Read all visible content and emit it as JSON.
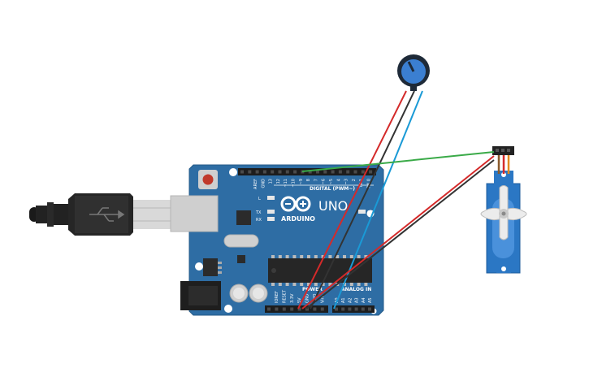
{
  "board": {
    "brand": "ARDUINO",
    "model": "UNO",
    "digital_header": "DIGITAL (PWM~)",
    "power_header": "POWER",
    "analog_header": "ANALOG IN",
    "led_l": "L",
    "led_tx": "TX",
    "led_rx": "RX",
    "on_label": "ON",
    "digital_pins": [
      "AREF",
      "GND",
      "13",
      "12",
      "~11",
      "~10",
      "~9",
      "8",
      "7",
      "~6",
      "~5",
      "4",
      "~3",
      "2",
      "TX 1",
      "RX 0"
    ],
    "power_pins": [
      "IOREF",
      "RESET",
      "3.3V",
      "5V",
      "GND",
      "GND",
      "Vin"
    ],
    "analog_pins": [
      "A0",
      "A1",
      "A2",
      "A3",
      "A4",
      "A5"
    ]
  },
  "colors": {
    "board": "#2e6da4",
    "board_dark": "#1f4f7a",
    "wire_red": "#d42a2a",
    "wire_black": "#333333",
    "wire_blue": "#1a9ad6",
    "wire_green": "#3aaa48",
    "servo": "#2b77c4",
    "pot_knob": "#3b7fd1"
  }
}
